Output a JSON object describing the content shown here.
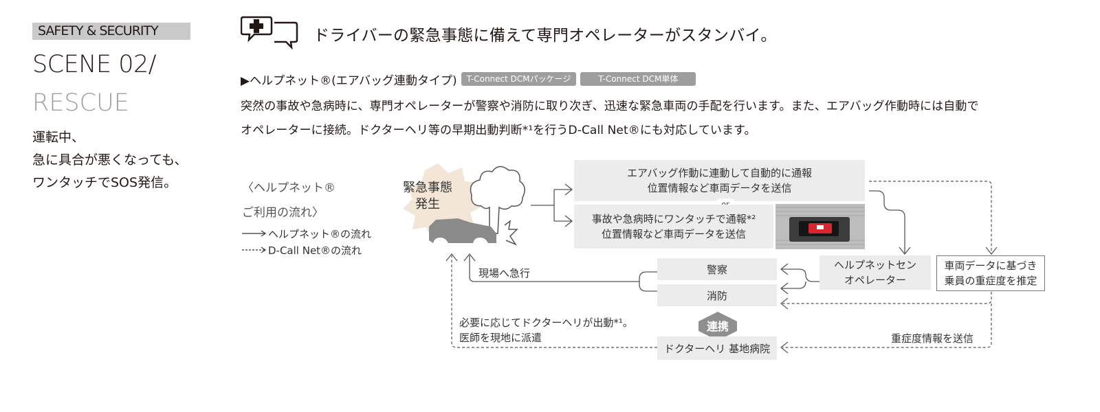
{
  "left": {
    "category": "SAFETY & SECURITY",
    "scene_number": "SCENE 02/",
    "scene_name": "RESCUE",
    "description_lines": [
      "運転中、",
      "急に具合が悪くなっても、",
      "ワンタッチでSOS発信。"
    ]
  },
  "heading": {
    "icon": "first-aid-chat-icon",
    "text": "ドライバーの緊急事態に備えて専門オペレーターがスタンバイ。"
  },
  "service": {
    "title": "▶ヘルプネット®(エアバッグ連動タイプ)",
    "tags": [
      "T-Connect DCMパッケージ",
      "T-Connect DCM単体"
    ]
  },
  "body": {
    "lines": [
      "突然の事故や急病時に、専門オペレーターが警察や消防に取り次ぎ、迅速な緊急車両の手配を行います。また、エアバッグ作動時には自動で",
      "オペレーターに接続。ドクターヘリ等の早期出動判断*¹を行うD-Call Net®にも対応しています。"
    ]
  },
  "legend": {
    "title_line1": "〈ヘルプネット®",
    "title_line2": "ご利用の流れ〉",
    "solid_label": "ヘルプネット®の流れ",
    "dashed_label": "D-Call Net®の流れ"
  },
  "diagram": {
    "emergency": [
      "緊急事態",
      "発生"
    ],
    "airbag_box": [
      "エアバッグ作動に連動して自動的に通報",
      "位置情報など車両データを送信"
    ],
    "or": "or",
    "manual_box": [
      "事故や急病時にワンタッチで通報*²",
      "位置情報など車両データを送信"
    ],
    "police": "警察",
    "fire": "消防",
    "operator": [
      "ヘルプネットセン",
      "オペレーター"
    ],
    "severity": [
      "車両データに基づき",
      "乗員の重症度を推定"
    ],
    "rush_label": "現場へ急行",
    "link": "連携",
    "heli_note": [
      "必要に応じてドクターヘリが出動*¹。",
      "医師を現地に派遣"
    ],
    "hospital": "ドクターヘリ 基地病院",
    "send_severity": "重症度情報を送信"
  },
  "colors": {
    "tag_gray": "#9e9e9e",
    "box_gray": "#ececec",
    "burst": "#f3e6d6",
    "link_gray": "#8f8f8f"
  }
}
